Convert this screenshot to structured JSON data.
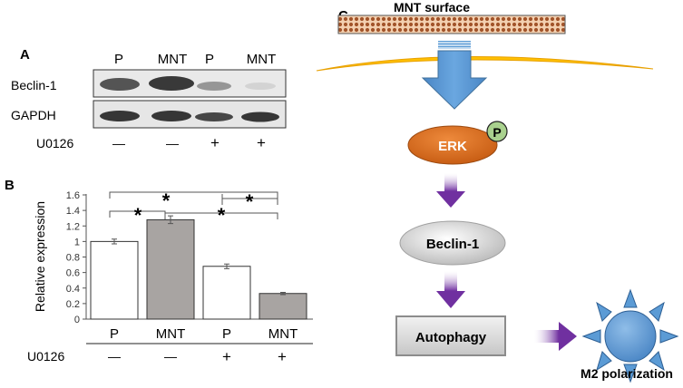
{
  "panel_a": {
    "label": "A",
    "lane_labels": [
      "P",
      "MNT",
      "P",
      "MNT"
    ],
    "rows": [
      "Beclin-1",
      "GAPDH"
    ],
    "treatment_label": "U0126",
    "treatment_signs": [
      "—",
      "—",
      "+",
      "+"
    ]
  },
  "panel_b": {
    "label": "B",
    "significance_mark": "*",
    "treatment_label": "U0126",
    "treatment_signs": [
      "—",
      "—",
      "+",
      "+"
    ]
  },
  "chart_data": {
    "type": "bar",
    "categories": [
      "P",
      "MNT",
      "P",
      "MNT"
    ],
    "values": [
      1.0,
      1.28,
      0.68,
      0.33
    ],
    "errors": [
      0.03,
      0.05,
      0.03,
      0.015
    ],
    "bar_colors": [
      "#ffffff",
      "#a8a4a2",
      "#ffffff",
      "#a8a4a2"
    ],
    "ylabel": "Relative expression",
    "ylim": [
      0,
      1.6
    ],
    "yticks": [
      "0",
      "0.2",
      "0.4",
      "0.6",
      "0.8",
      "1",
      "1.2",
      "1.4",
      "1.6"
    ],
    "grid": false
  },
  "panel_c": {
    "label": "C",
    "surface_label": "MNT surface",
    "erk_label": "ERK",
    "phospho_label": "P",
    "beclin_label": "Beclin-1",
    "autophagy_label": "Autophagy",
    "outcome_label": "M2 polarization",
    "colors": {
      "membrane": "#f4b183",
      "membrane_edge": "#e8a000",
      "arrow_blue": "#5b9bd5",
      "erk": "#c55a11",
      "phospho": "#a9d18e",
      "arrow_purple": "#7030a0",
      "beclin": "#d9d9d9",
      "autophagy": "#d0d0d0",
      "sun": "#5b9bd5"
    }
  }
}
